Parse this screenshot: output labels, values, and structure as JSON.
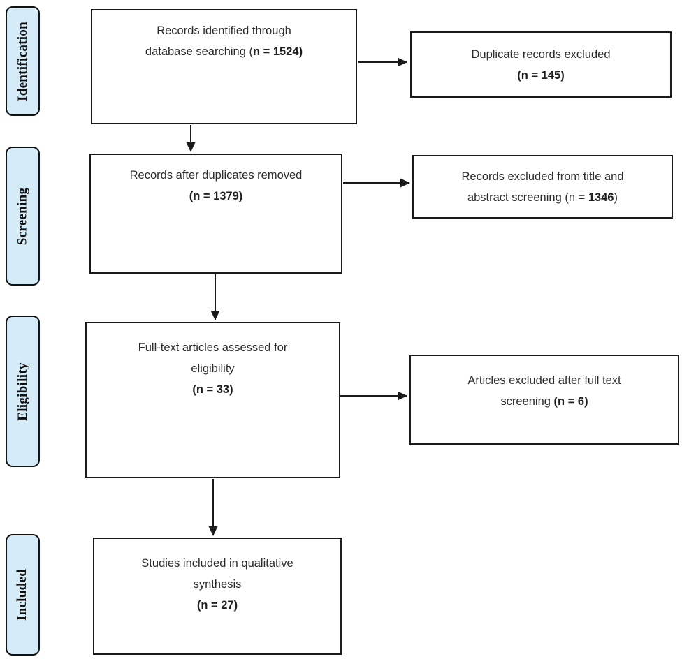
{
  "diagram": {
    "type": "prisma-flow",
    "colors": {
      "stage_fill": "#d5ebf8",
      "stage_border": "#111111",
      "box_border": "#1a1a1a",
      "arrow": "#1a1a1a",
      "text": "#2b2b2b"
    },
    "stages": [
      {
        "id": "identification",
        "label": "Identification"
      },
      {
        "id": "screening",
        "label": "Screening"
      },
      {
        "id": "eligibility",
        "label": "Eligibility"
      },
      {
        "id": "included",
        "label": "Included"
      }
    ],
    "boxes": {
      "identified": {
        "line1": "Records identified through",
        "line2_regular": "database searching (",
        "line2_bold": "n = 1524)"
      },
      "duplicates_excluded": {
        "line1": "Duplicate records excluded",
        "line2_bold": "(n = 145)"
      },
      "after_duplicates": {
        "line1": "Records after duplicates removed",
        "line2_bold": "(n = 1379)"
      },
      "title_abstract_excluded": {
        "line1": "Records excluded from title and",
        "line2_regular_a": "abstract screening (n = ",
        "line2_bold": "1346",
        "line2_regular_b": ")"
      },
      "fulltext_assessed": {
        "line1": "Full-text articles assessed for",
        "line2": "eligibility",
        "line3_bold": "(n = 33)"
      },
      "fulltext_excluded": {
        "line1": "Articles excluded after full text",
        "line2_regular": "screening ",
        "line2_bold": "(n = 6)"
      },
      "included_studies": {
        "line1": "Studies included in qualitative",
        "line2": "synthesis",
        "line3_bold": "(n = 27)"
      }
    }
  }
}
